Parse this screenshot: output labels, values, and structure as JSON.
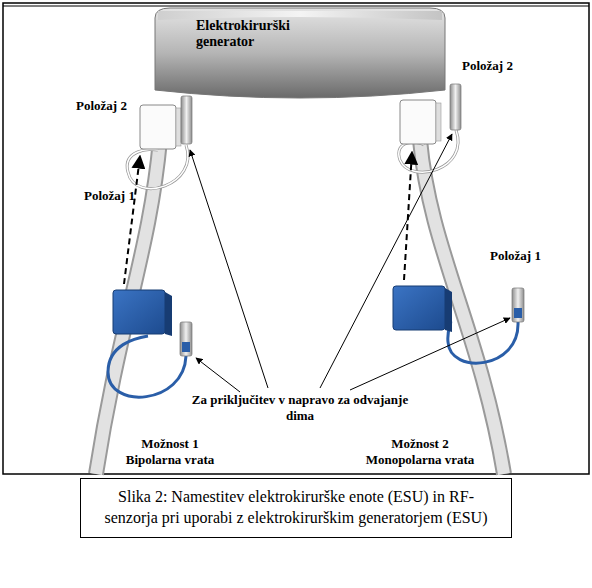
{
  "diagram": {
    "caption": "Slika 2: Namestitev elektrokirurške enote (ESU) in RF-senzorja pri uporabi z elektrokirurškim generatorjem (ESU)",
    "nodes": [
      {
        "text": [
          "Elektrokirurški generator"
        ]
      }
    ],
    "labels": [
      "Položaj 2",
      "Položaj 2",
      "Položaj 1",
      "Položaj 1",
      "Za priključitev v napravo za odvajanje dima",
      "Možnost 1",
      "Bipolarna vrata",
      "Možnost 2",
      "Monopolarna vrata"
    ]
  }
}
